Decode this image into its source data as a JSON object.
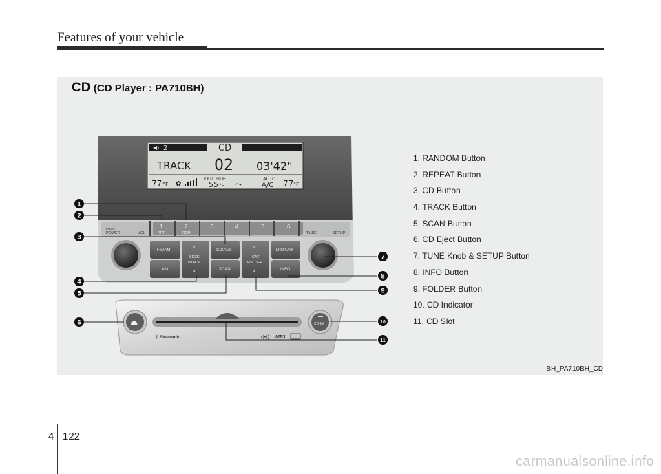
{
  "header": {
    "title": "Features of your vehicle"
  },
  "section": {
    "title_main": "CD",
    "title_sub": "(CD Player : PA710BH)"
  },
  "legend": [
    "1. RANDOM Button",
    "2. REPEAT Button",
    "3. CD Button",
    "4. TRACK Button",
    "5. SCAN Button",
    "6. CD Eject Button",
    "7. TUNE Knob & SETUP Button",
    "8. INFO Button",
    "9. FOLDER Button",
    "10. CD Indicator",
    "11. CD Slot"
  ],
  "figure_code": "BH_PA710BH_CD",
  "footer": {
    "chapter": "4",
    "page": "122",
    "watermark": "carmanualsonline.info"
  },
  "display": {
    "volume": "2",
    "mode": "CD",
    "track_label": "TRACK",
    "track_number": "02",
    "time": "03'42\"",
    "temp_left": "77",
    "temp_unit": "°F",
    "outside_label": "OUT SIDE",
    "outside_temp": "55",
    "auto_label": "AUTO",
    "ac_label": "A/C",
    "temp_right": "77"
  },
  "controls": {
    "push_label": "PUSH",
    "power_label": "POWER",
    "vol_label": "VOL",
    "tune_label": "TUNE",
    "setup_label": "SETUP",
    "presets": [
      "1",
      "2",
      "3",
      "4",
      "5",
      "6"
    ],
    "preset_sub": [
      "RPT",
      "RDM"
    ],
    "fm_am": "FM/AM",
    "xm": "XM",
    "seek": "SEEK",
    "track": "TRACK",
    "cd_aux": "CD/AUX",
    "scan": "SCAN",
    "cat": "CAT",
    "folder": "FOLDER",
    "display": "DISPLAY",
    "info": "INFO",
    "cd_in": "CD-IN",
    "bluetooth": "Bluetooth",
    "mp3": "MP3"
  },
  "callouts": [
    "1",
    "2",
    "3",
    "4",
    "5",
    "6",
    "7",
    "8",
    "9",
    "10",
    "11"
  ],
  "colors": {
    "panel_bg": "#eceded",
    "bezel": "#5a5a5a",
    "lcd": "#d9dcd6"
  }
}
